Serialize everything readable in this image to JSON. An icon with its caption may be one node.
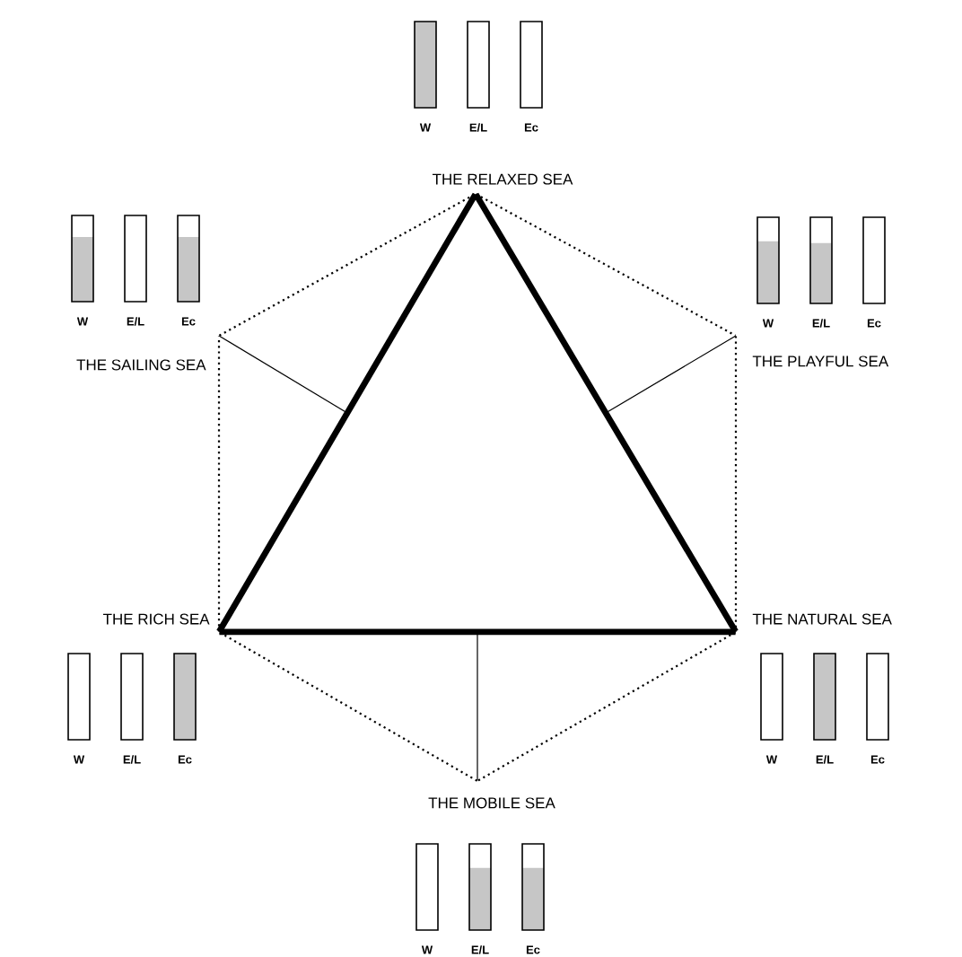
{
  "diagram": {
    "nodes": [
      {
        "text": [
          "THE RELAXED SEA"
        ]
      },
      {
        "text": [
          "THE SAILING SEA"
        ]
      },
      {
        "text": [
          "THE PLAYFUL SEA"
        ]
      },
      {
        "text": [
          "THE RICH SEA"
        ]
      },
      {
        "text": [
          "THE NATURAL SEA"
        ]
      },
      {
        "text": [
          "THE MOBILE SEA"
        ]
      }
    ],
    "edges": [
      {
        "from": 0,
        "to": 2,
        "arrow": "none",
        "style": "dashed"
      },
      {
        "from": 2,
        "to": 4,
        "arrow": "none",
        "style": "dashed"
      },
      {
        "from": 4,
        "to": 5,
        "arrow": "none",
        "style": "dashed"
      },
      {
        "from": 5,
        "to": 3,
        "arrow": "none",
        "style": "dashed"
      },
      {
        "from": 3,
        "to": 1,
        "arrow": "none",
        "style": "dashed"
      },
      {
        "from": 1,
        "to": 0,
        "arrow": "none",
        "style": "dashed"
      },
      {
        "from": 0,
        "to": 4,
        "arrow": "none",
        "style": "thick"
      },
      {
        "from": 4,
        "to": 3,
        "arrow": "none",
        "style": "thick"
      },
      {
        "from": 3,
        "to": 0,
        "arrow": "none",
        "style": "thick"
      },
      {
        "from": 1,
        "to": null,
        "arrow": "none"
      },
      {
        "from": 2,
        "to": null,
        "arrow": "none"
      },
      {
        "from": 5,
        "to": null,
        "arrow": "none"
      }
    ],
    "labels": [
      "W",
      "E/L",
      "Ec",
      "W",
      "E/L",
      "Ec",
      "W",
      "E/L",
      "Ec",
      "W",
      "E/L",
      "Ec",
      "W",
      "E/L",
      "Ec",
      "W",
      "E/L",
      "Ec"
    ]
  }
}
